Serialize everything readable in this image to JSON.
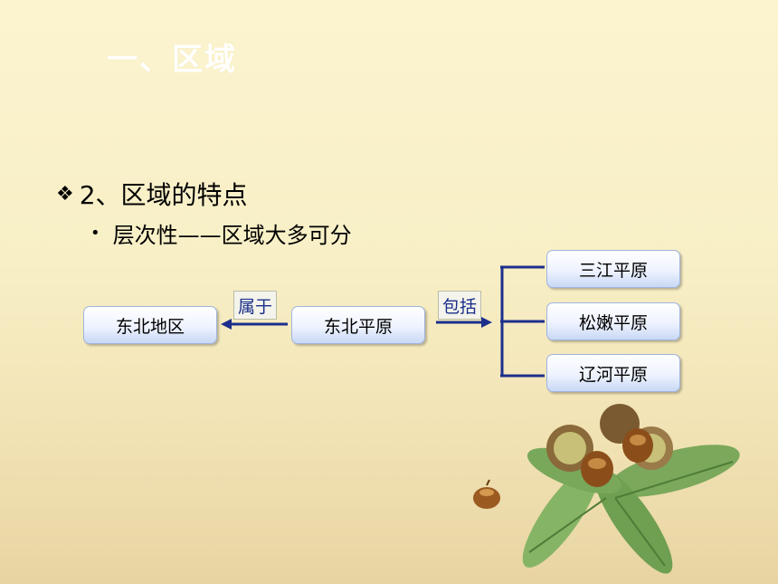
{
  "slide": {
    "title": "一、区域"
  },
  "heading": {
    "bullet": "❖",
    "text": "2、区域的特点"
  },
  "subpoint": {
    "bullet": "•",
    "text": "层次性——区域大多可分"
  },
  "diagram": {
    "left_box": "东北地区",
    "center_box": "东北平原",
    "belongs_label": "属于",
    "includes_label": "包括",
    "right_boxes": [
      "三江平原",
      "松嫩平原",
      "辽河平原"
    ]
  },
  "colors": {
    "connector": "#1c2f8c",
    "label_text": "#1a2f8a"
  },
  "decoration": {
    "icon": "chestnuts-with-leaves"
  }
}
